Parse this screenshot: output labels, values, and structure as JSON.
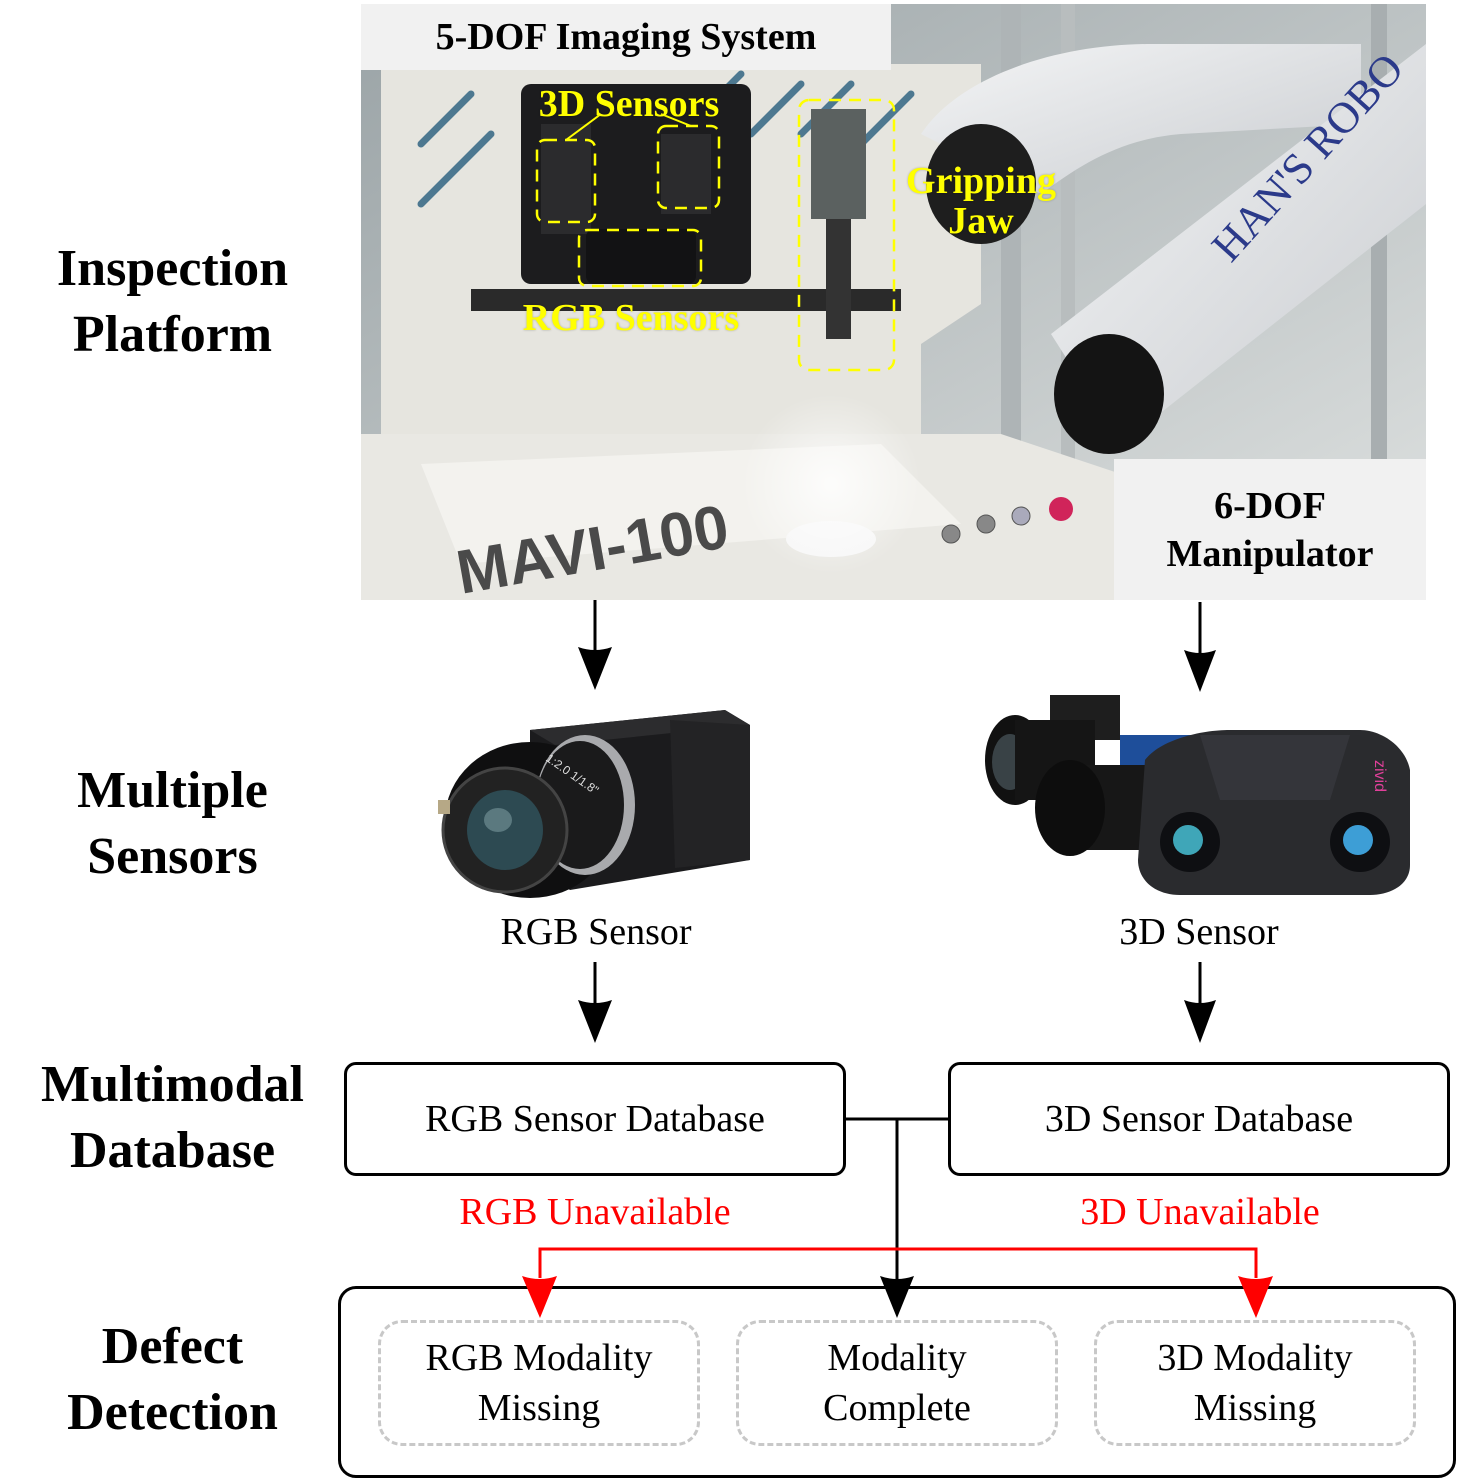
{
  "stages": {
    "inspection_platform": [
      "Inspection",
      "Platform"
    ],
    "multiple_sensors": [
      "Multiple",
      "Sensors"
    ],
    "multimodal_database": [
      "Multimodal",
      "Database"
    ],
    "defect_detection": [
      "Defect",
      "Detection"
    ]
  },
  "photo": {
    "imaging_system_caption": "5-DOF Imaging System",
    "manipulator_caption": [
      "6-DOF",
      "Manipulator"
    ],
    "annotations": {
      "sensors_3d": "3D Sensors",
      "sensors_rgb": "RGB Sensors",
      "gripping_jaw": [
        "Gripping",
        "Jaw"
      ]
    },
    "machine_text": "MAVI-100",
    "robot_brand_text": "HAN'S ROBO",
    "annotation_color": "#ffff00"
  },
  "sensors": {
    "rgb": {
      "caption": "RGB Sensor",
      "lens_text": "1:2.0 1/1.8\""
    },
    "three_d": {
      "caption": "3D Sensor",
      "brand_text": "zivid"
    }
  },
  "databases": {
    "rgb": "RGB Sensor Database",
    "three_d": "3D Sensor Database"
  },
  "conditions": {
    "rgb_unavailable": "RGB Unavailable",
    "three_d_unavailable": "3D Unavailable",
    "color": "#ff0000"
  },
  "detection": {
    "rgb_missing": [
      "RGB Modality",
      "Missing"
    ],
    "complete": [
      "Modality",
      "Complete"
    ],
    "three_d_missing": [
      "3D Modality",
      "Missing"
    ]
  }
}
